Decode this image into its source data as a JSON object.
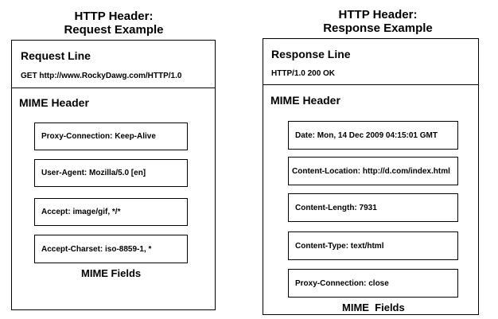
{
  "request": {
    "title_line1": "HTTP Header:",
    "title_line2": "Request Example",
    "line_heading": "Request Line",
    "line_value": "GET http://www.RockyDawg.com/HTTP/1.0",
    "mime_heading": "MIME Header",
    "fields": [
      "Proxy-Connection: Keep-Alive",
      "User-Agent: Mozilla/5.0 [en]",
      "Accept: image/gif, */*",
      "Accept-Charset:  iso-8859-1, *"
    ],
    "fields_label": "MIME Fields"
  },
  "response": {
    "title_line1": "HTTP Header:",
    "title_line2": "Response Example",
    "line_heading": "Response Line",
    "line_value": "HTTP/1.0 200 OK",
    "mime_heading": "MIME Header",
    "fields": [
      "Date: Mon, 14 Dec 2009 04:15:01 GMT",
      "Content-Location: http://d.com/index.html",
      "Content-Length: 7931",
      "Content-Type: text/html",
      "Proxy-Connection: close"
    ],
    "fields_label": "MIME  Fields"
  }
}
